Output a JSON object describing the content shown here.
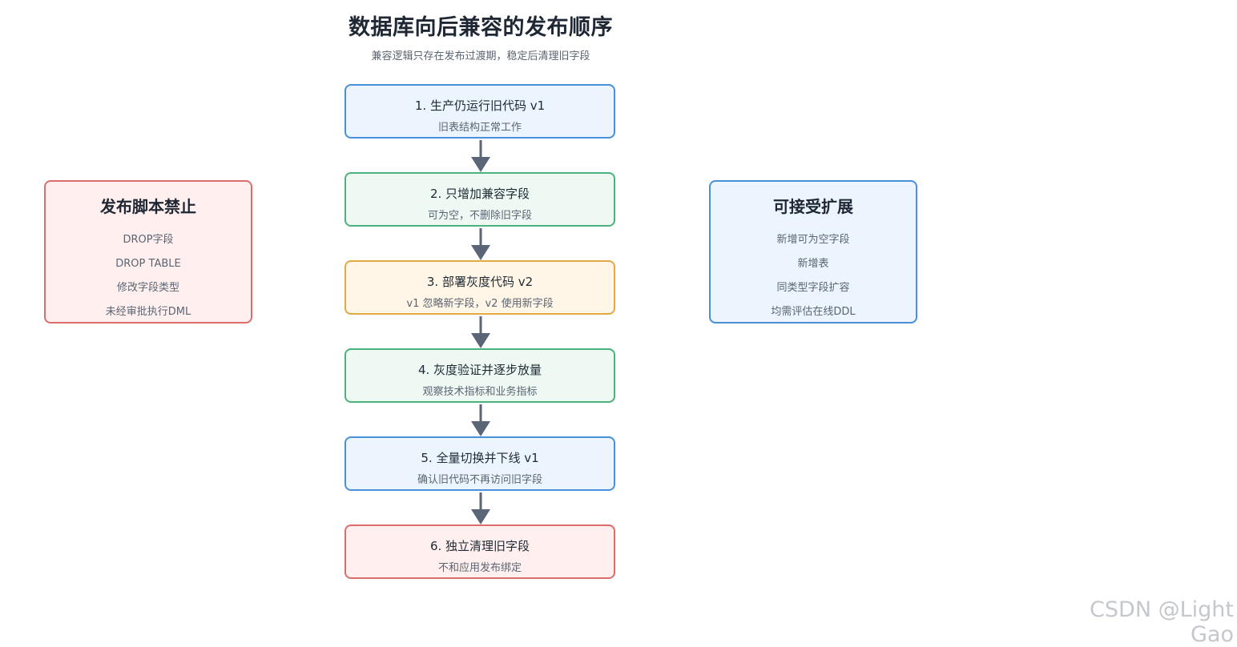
{
  "title": "数据库向后兼容的发布顺序",
  "subtitle": "兼容逻辑只存在发布过渡期，稳定后清理旧字段",
  "steps": [
    {
      "title": "1. 生产仍运行旧代码 v1",
      "desc": "旧表结构正常工作",
      "color": "blue"
    },
    {
      "title": "2. 只增加兼容字段",
      "desc": "可为空，不删除旧字段",
      "color": "green"
    },
    {
      "title": "3. 部署灰度代码 v2",
      "desc": "v1 忽略新字段，v2 使用新字段",
      "color": "orange"
    },
    {
      "title": "4. 灰度验证并逐步放量",
      "desc": "观察技术指标和业务指标",
      "color": "green"
    },
    {
      "title": "5. 全量切换并下线 v1",
      "desc": "确认旧代码不再访问旧字段",
      "color": "blue"
    },
    {
      "title": "6. 独立清理旧字段",
      "desc": "不和应用发布绑定",
      "color": "red"
    }
  ],
  "forbidden": {
    "title": "发布脚本禁止",
    "items": [
      "DROP字段",
      "DROP TABLE",
      "修改字段类型",
      "未经审批执行DML"
    ]
  },
  "allowed": {
    "title": "可接受扩展",
    "items": [
      "新增可为空字段",
      "新增表",
      "同类型字段扩容",
      "均需评估在线DDL"
    ]
  },
  "colors": {
    "blue": "#4a8fd9",
    "green": "#4bb17d",
    "orange": "#e4a844",
    "red": "#dd6d6a",
    "arrow": "#5a6678"
  },
  "watermark": "CSDN @Light Gao"
}
